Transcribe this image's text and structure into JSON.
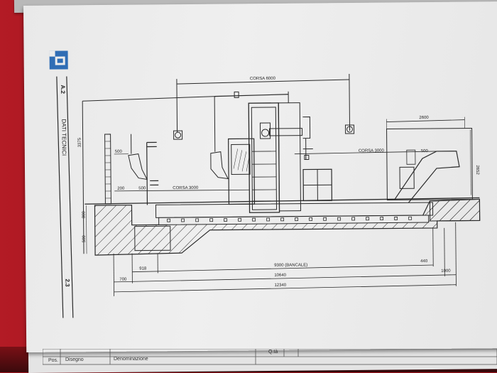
{
  "document": {
    "logo": "tc-logo",
    "section_code": "A.2",
    "section_title": "DATI TECNICI",
    "page_number": "2.3"
  },
  "dimensions": {
    "top_stroke": "CORSA 6000",
    "left_stroke": "CORSA 3000",
    "right_stroke": "CORSA 3000",
    "conveyor_width": "2600",
    "conveyor_height": "2652",
    "conveyor_offset": "500",
    "left_height": "3375",
    "chip_offset": "500",
    "left_200": "200",
    "left_500": "500",
    "pit_upper": "800",
    "pit_lower": "500",
    "offset_918": "918",
    "offset_700": "700",
    "bed_length": "9300 (BANCALE)",
    "overall_10640": "10640",
    "overall_12340": "12340",
    "right_440": "440",
    "right_1000": "1000"
  },
  "title_block": {
    "pos_label": "Pos.",
    "drawing_label": "Disegno",
    "denomination_label": "Denominazione",
    "qty_label": "Q.tà"
  },
  "colors": {
    "background": "#a4161f",
    "paper": "#ececec",
    "ink": "#2a2a2a",
    "logo": "#2f6db5"
  }
}
